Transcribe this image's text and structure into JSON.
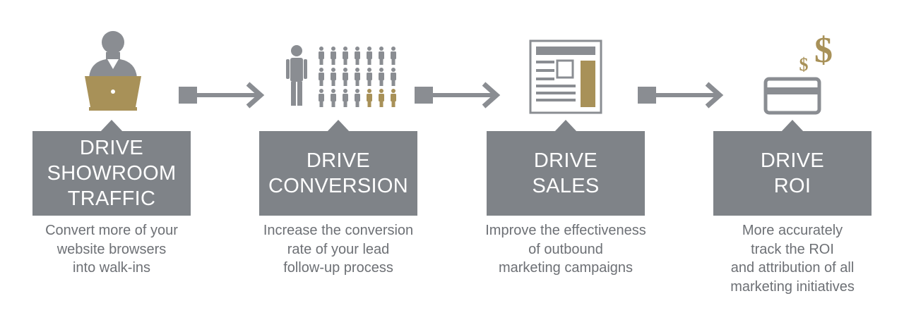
{
  "colors": {
    "box": "#7f8388",
    "gold": "#a89158",
    "icon_gray": "#8a8d92",
    "text": "#6d7075"
  },
  "steps": [
    {
      "icon": "person-laptop-icon",
      "title": [
        "DRIVE",
        "SHOWROOM",
        "TRAFFIC"
      ],
      "description": [
        "Convert more of your",
        "website browsers",
        "into walk-ins"
      ]
    },
    {
      "icon": "people-conversion-icon",
      "title": [
        "DRIVE",
        "CONVERSION"
      ],
      "description": [
        "Increase the conversion",
        "rate of your lead",
        "follow-up process"
      ]
    },
    {
      "icon": "newspaper-icon",
      "title": [
        "DRIVE",
        "SALES"
      ],
      "description": [
        "Improve the effectiveness",
        "of outbound",
        "marketing campaigns"
      ]
    },
    {
      "icon": "credit-card-dollar-icon",
      "title": [
        "DRIVE",
        "ROI"
      ],
      "description": [
        "More accurately",
        "track the ROI",
        "and attribution of all",
        "marketing initiatives"
      ]
    }
  ]
}
